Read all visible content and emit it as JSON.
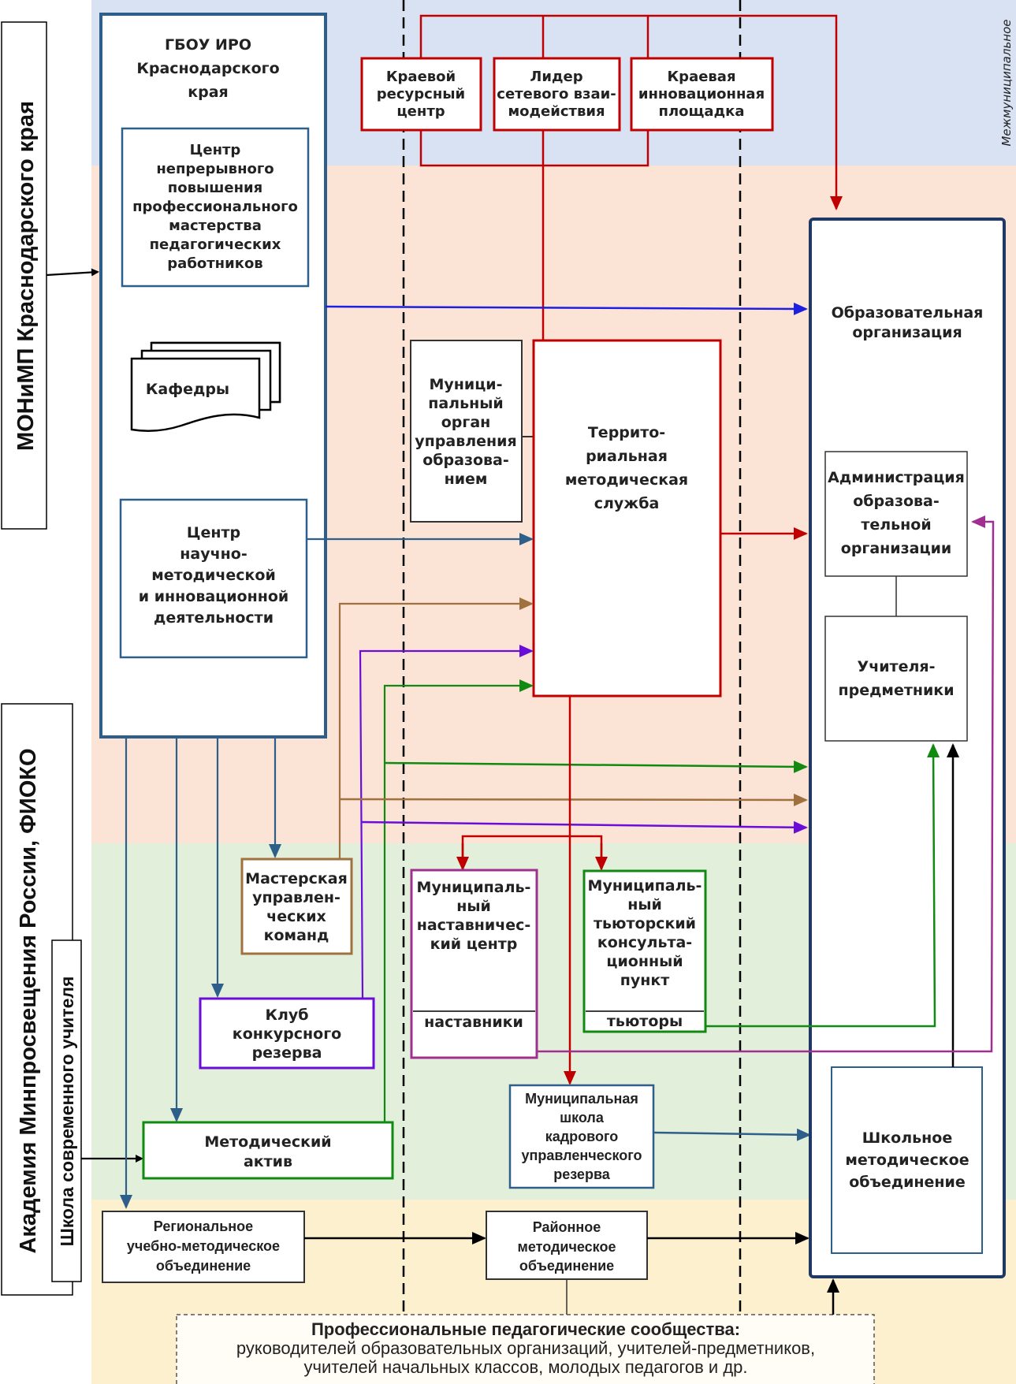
{
  "colors": {
    "zone_intermunicipal": "#d9e2f3",
    "zone_regional": "#fbe3d6",
    "zone_municipal": "#e2efda",
    "zone_school": "#fdf0cf",
    "navy": "#1f3864",
    "steel_blue": "#2e5f8a",
    "red": "#c00000",
    "bright_blue": "#1f1fe0",
    "brown": "#a0703f",
    "purple": "#6a0dd8",
    "green": "#108a10",
    "magenta": "#a0308f",
    "black": "#000000"
  },
  "zones": {
    "intermunicipal": "Межмуниципальное"
  },
  "side": {
    "ministry": "МОНиМП Краснодарского края",
    "academy": "Академия Минпросвещения России, ФИОКО",
    "school_teacher": "Школа современного учителя"
  },
  "iro": {
    "title": [
      "ГБОУ ИРО",
      "Краснодарского",
      "края"
    ],
    "center_continuous": [
      "Центр",
      "непрерывного",
      "повышения",
      "профессионального",
      "мастерства",
      "педагогических",
      "работников"
    ],
    "departments": "Кафедры",
    "center_scientific": [
      "Центр",
      "научно-",
      "методической",
      "и инновационной",
      "деятельности"
    ]
  },
  "top_boxes": [
    {
      "name": "regional-resource-center",
      "lines": [
        "Краевой",
        "ресурсный",
        "центр"
      ]
    },
    {
      "name": "network-leader",
      "lines": [
        "Лидер",
        "сетевого взаи-",
        "модействия"
      ]
    },
    {
      "name": "regional-innovation-site",
      "lines": [
        "Краевая",
        "инновационная",
        "площадка"
      ]
    }
  ],
  "municipal_authority": [
    "Муници-",
    "пальный",
    "орган",
    "управления",
    "образова-",
    "нием"
  ],
  "territorial_service": [
    "Террито-",
    "риальная",
    "методическая",
    "служба"
  ],
  "edu_org": {
    "title": [
      "Образовательная",
      "организация"
    ],
    "administration": [
      "Администрация",
      "образова-",
      "тельной",
      "организации"
    ],
    "teachers": [
      "Учителя-",
      "предметники"
    ],
    "school_methodical": [
      "Школьное",
      "методическое",
      "объединение"
    ]
  },
  "workshop": [
    "Мастерская",
    "управлен-",
    "ческих",
    "команд"
  ],
  "competitive_reserve_club": [
    "Клуб",
    "конкурсного",
    "резерва"
  ],
  "methodical_asset": [
    "Методический",
    "актив"
  ],
  "mentoring_center": {
    "lines": [
      "Муниципаль-",
      "ный",
      "наставничес-",
      "кий центр"
    ],
    "footer": "наставники"
  },
  "tutor_point": {
    "lines": [
      "Муниципаль-",
      "ный",
      "тьюторский",
      "консульта-",
      "ционный",
      "пункт"
    ],
    "footer": "тьюторы"
  },
  "personnel_school": [
    "Муниципальная",
    "школа",
    "кадрового",
    "управленческого",
    "резерва"
  ],
  "regional_association": [
    "Региональное",
    "учебно-методическое",
    "объединение"
  ],
  "district_association": [
    "Районное",
    "методическое",
    "объединение"
  ],
  "communities": {
    "title": "Профессиональные педагогические сообщества:",
    "line1": "руководителей образовательных организаций, учителей-предметников,",
    "line2": "учителей начальных классов, молодых педагогов и др."
  }
}
